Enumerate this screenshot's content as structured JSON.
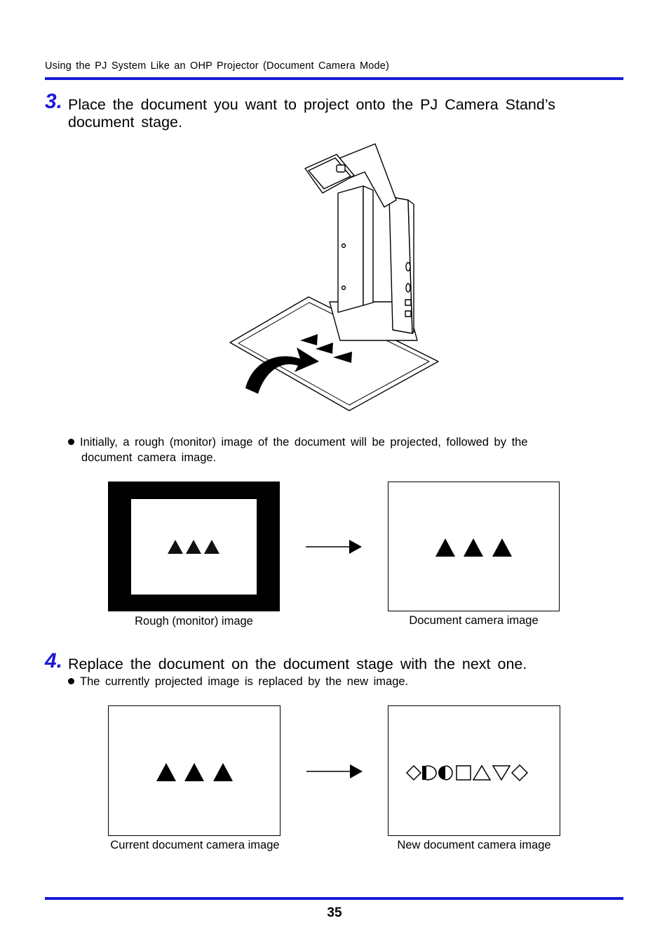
{
  "header": {
    "title": "Using the PJ System Like an OHP Projector (Document Camera Mode)"
  },
  "step3": {
    "number": "3.",
    "text_line1": "Place the document you want to project onto the PJ Camera Stand’s",
    "text_line2": "document stage."
  },
  "bullet1": {
    "line1": "Initially, a rough (monitor) image of the document will be projected, followed by the",
    "line2": "document camera image."
  },
  "captions": {
    "rough": "Rough (monitor) image",
    "document_camera": "Document camera image",
    "current": "Current document camera image",
    "new": "New document camera image"
  },
  "step4": {
    "number": "4.",
    "text": "Replace the document on the document stage with the next one."
  },
  "bullet2": {
    "text": "The currently projected image is replaced by the new image."
  },
  "footer": {
    "page_number": "35"
  },
  "colors": {
    "accent": "#1a1ad6"
  }
}
